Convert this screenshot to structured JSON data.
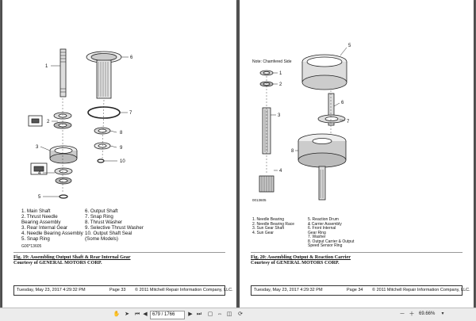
{
  "left_page": {
    "callouts": [
      "1",
      "2",
      "3",
      "4",
      "5",
      "6",
      "7",
      "8",
      "9",
      "10"
    ],
    "image_code": "G00*13605",
    "legend_col1": [
      "1. Main Shaft",
      "2. Thrust Needle",
      "    Bearing Assembly",
      "3. Rear Internal Gear",
      "4. Needle Bearing Assembly",
      "5. Snap Ring"
    ],
    "legend_col2": [
      "6. Output Shaft",
      "7. Snap Ring",
      "8. Thrust Washer",
      "9. Selective Thrust Washer",
      "10. Output Shaft Seal",
      "    (Some Models)"
    ],
    "fig_title": "Fig. 19: Assembling Output Shaft & Rear Internal Gear",
    "courtesy": "Courtesy of GENERAL MOTORS CORP.",
    "footer_date": "Tuesday, May 23, 2017 4:29:32 PM",
    "footer_page": "Page 33",
    "footer_copyright": "© 2011 Mitchell Repair Information Company, LLC."
  },
  "right_page": {
    "callouts": [
      "1",
      "2",
      "3",
      "4",
      "5",
      "6",
      "7",
      "8"
    ],
    "note": "Note: Chamfered Side",
    "image_code": "0013605",
    "legend_col1": [
      "1. Needle Bearing",
      "2. Needle Bearing Race",
      "3. Sun Gear Shaft",
      "4. Sun Gear"
    ],
    "legend_col2": [
      "5. Reaction Drum",
      "    & Carrier Assembly",
      "6. Front Internal",
      "    Gear Ring",
      "7. Washer",
      "8. Output Carrier & Output",
      "    Speed Sensor Ring"
    ],
    "fig_title": "Fig. 20: Assembling Output & Reaction Carrier",
    "courtesy": "Courtesy of GENERAL MOTORS CORP.",
    "footer_date": "Tuesday, May 23, 2017 4:29:32 PM",
    "footer_page": "Page 34",
    "footer_copyright": "© 2011 Mitchell Repair Information Company, LLC."
  },
  "toolbar": {
    "page_value": "679 / 1766",
    "zoom_value": "69.66%",
    "icons": [
      "hand-tool-icon",
      "select-arrow-icon",
      "first-page-icon",
      "previous-page-icon",
      "next-page-icon",
      "last-page-icon",
      "fit-page-icon",
      "fit-width-icon",
      "two-page-icon",
      "rotate-icon",
      "zoom-out-icon",
      "zoom-in-icon",
      "zoom-dropdown-icon"
    ]
  },
  "colors": {
    "viewer_background": "#5a5a5a",
    "toolbar_background": "#ececec",
    "page_background": "#ffffff",
    "active_tool": "#2a62c8"
  }
}
